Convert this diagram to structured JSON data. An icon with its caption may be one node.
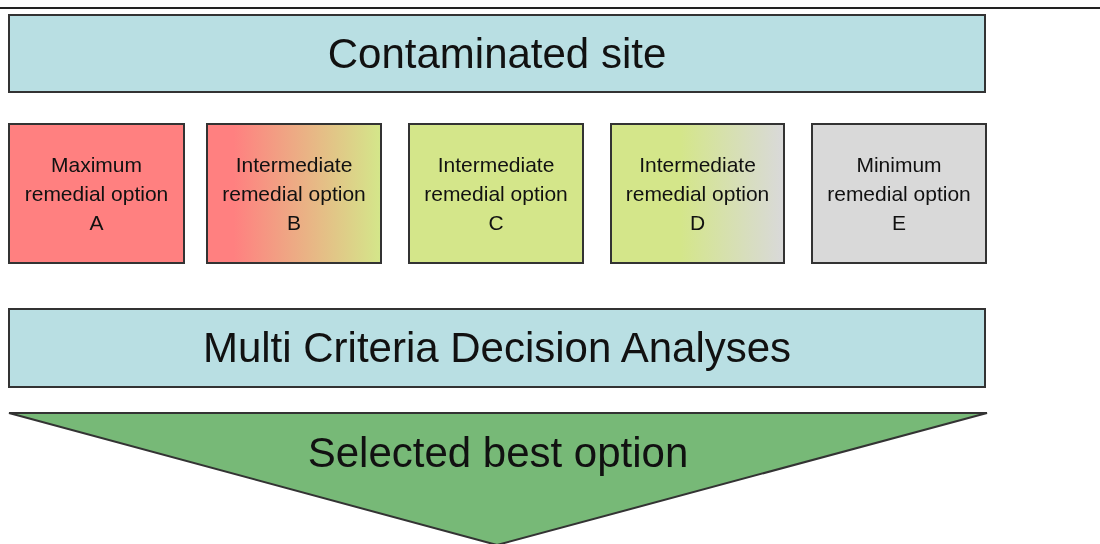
{
  "diagram": {
    "nodes": [
      {
        "text": [
          "Contaminated site"
        ]
      },
      {
        "text": [
          "Maximum remedial option A"
        ]
      },
      {
        "text": [
          "Intermediate remedial option B"
        ]
      },
      {
        "text": [
          "Intermediate remedial option C"
        ]
      },
      {
        "text": [
          "Intermediate remedial option D"
        ]
      },
      {
        "text": [
          "Minimum remedial option E"
        ]
      },
      {
        "text": [
          "Multi Criteria Decision Analyses"
        ]
      },
      {
        "text": [
          "Selected best option"
        ]
      }
    ],
    "edges": []
  }
}
